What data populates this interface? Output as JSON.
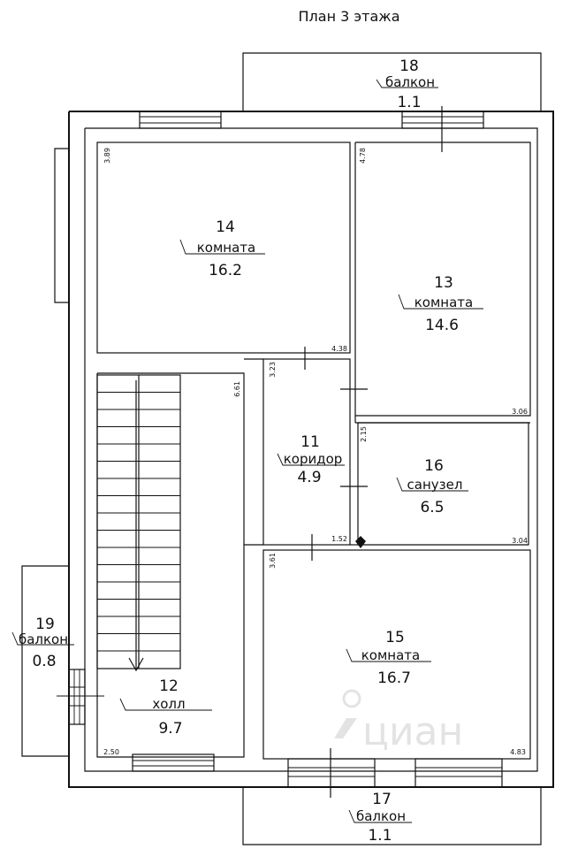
{
  "title": "План 3 этажа",
  "rooms": [
    {
      "number": "18",
      "name": "балкон",
      "area": "1.1"
    },
    {
      "number": "14",
      "name": "комната",
      "area": "16.2"
    },
    {
      "number": "13",
      "name": "комната",
      "area": "14.6"
    },
    {
      "number": "11",
      "name": "коридор",
      "area": "4.9"
    },
    {
      "number": "16",
      "name": "санузел",
      "area": "6.5"
    },
    {
      "number": "15",
      "name": "комната",
      "area": "16.7"
    },
    {
      "number": "12",
      "name": "холл",
      "area": "9.7"
    },
    {
      "number": "19",
      "name": "балкон",
      "area": "0.8"
    },
    {
      "number": "17",
      "name": "балкон",
      "area": "1.1"
    }
  ],
  "dimensions": [
    "3.89",
    "4.78",
    "4.38",
    "3.23",
    "6.61",
    "3.06",
    "2.15",
    "1.52",
    "3.04",
    "3.61",
    "2.50",
    "4.83"
  ],
  "watermark": "циан"
}
